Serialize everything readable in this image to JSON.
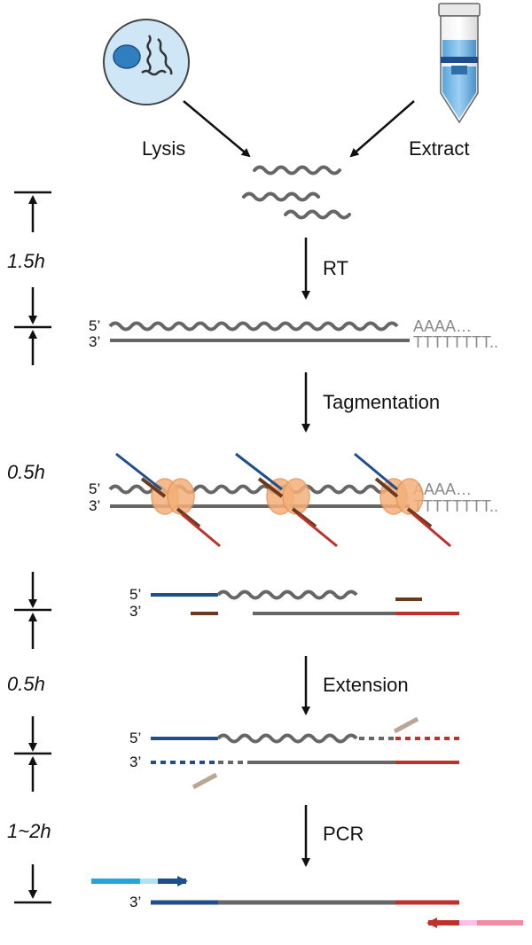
{
  "labels": {
    "lysis": "Lysis",
    "extract": "Extract",
    "rt": "RT",
    "tagmentation": "Tagmentation",
    "extension": "Extension",
    "pcr": "PCR"
  },
  "times": {
    "t1": "1.5h",
    "t2": "0.5h",
    "t3": "0.5h",
    "t4": "1~2h"
  },
  "ends": {
    "five_prime": "5’",
    "three_prime": "3’"
  },
  "tails": {
    "poly_a": "AAAA…",
    "poly_t": "TTTTTTTT.."
  },
  "colors": {
    "strand": "#666666",
    "tail_text": "#8a8a8a",
    "adapter_blue": "#1f4e8c",
    "adapter_red": "#c0312b",
    "adapter_brown": "#6b3a1c",
    "tn5": "#f5b07a",
    "primer_light_blue": "#26a4db",
    "primer_pink": "#f58aa0",
    "cell_fill": "#cfe6f7",
    "nucleus": "#2f7fbf"
  },
  "icons": {
    "cell": "cell-icon",
    "tube": "extraction-tube-icon"
  }
}
